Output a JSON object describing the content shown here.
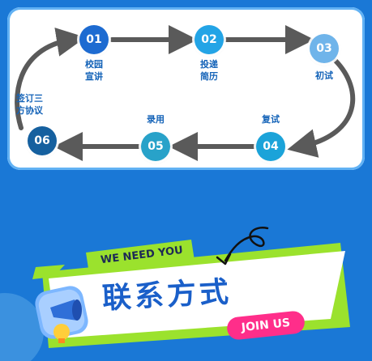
{
  "process": {
    "steps": [
      {
        "number": "01",
        "label": "校园\n宣讲",
        "color": "#1d6bd1"
      },
      {
        "number": "02",
        "label": "投递\n简历",
        "color": "#23a4e6"
      },
      {
        "number": "03",
        "label": "初试",
        "color": "#6fb4ea"
      },
      {
        "number": "04",
        "label": "复试",
        "color": "#1ba3d9"
      },
      {
        "number": "05",
        "label": "录用",
        "color": "#28a2c9"
      },
      {
        "number": "06",
        "label": "签订三\n方协议",
        "color": "#15609f"
      }
    ],
    "arrow_color": "#5a5a5a"
  },
  "banner": {
    "tag": "WE NEED YOU",
    "title": "联系方式",
    "pill": "JOIN US",
    "colors": {
      "green": "#9be22d",
      "white": "#ffffff",
      "pink": "#ff2e8a",
      "blue_text": "#1a5fc9"
    }
  },
  "theme": {
    "background": "#1a78d6",
    "card_border": "#62b2f4"
  }
}
